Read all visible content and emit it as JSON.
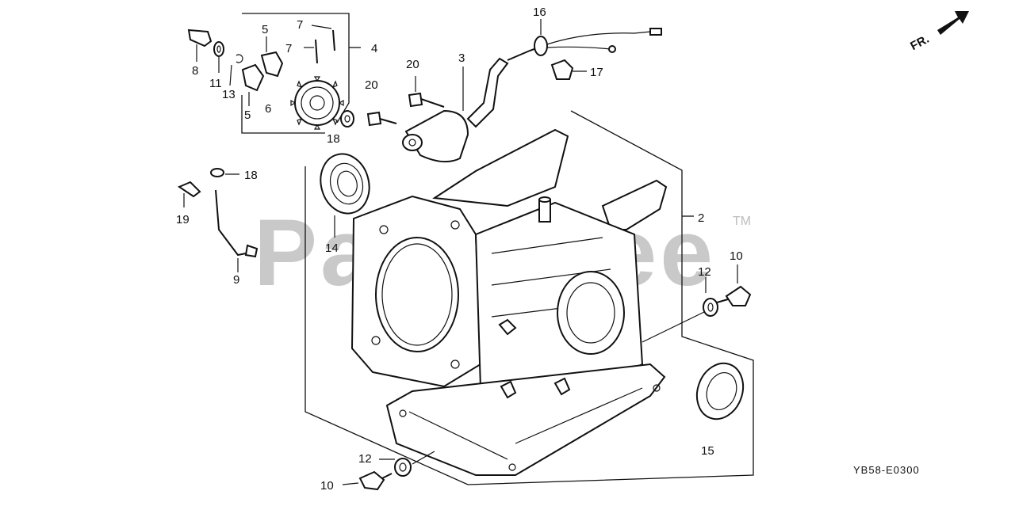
{
  "diagram": {
    "watermark": "PartsTree",
    "trademark": "TM",
    "front_indicator": "FR.",
    "drawing_code": "YB58-E0300",
    "callouts": [
      "2",
      "3",
      "4",
      "5",
      "5",
      "6",
      "7",
      "7",
      "8",
      "9",
      "10",
      "10",
      "11",
      "12",
      "12",
      "13",
      "14",
      "15",
      "16",
      "17",
      "18",
      "18",
      "19",
      "20",
      "20"
    ]
  }
}
